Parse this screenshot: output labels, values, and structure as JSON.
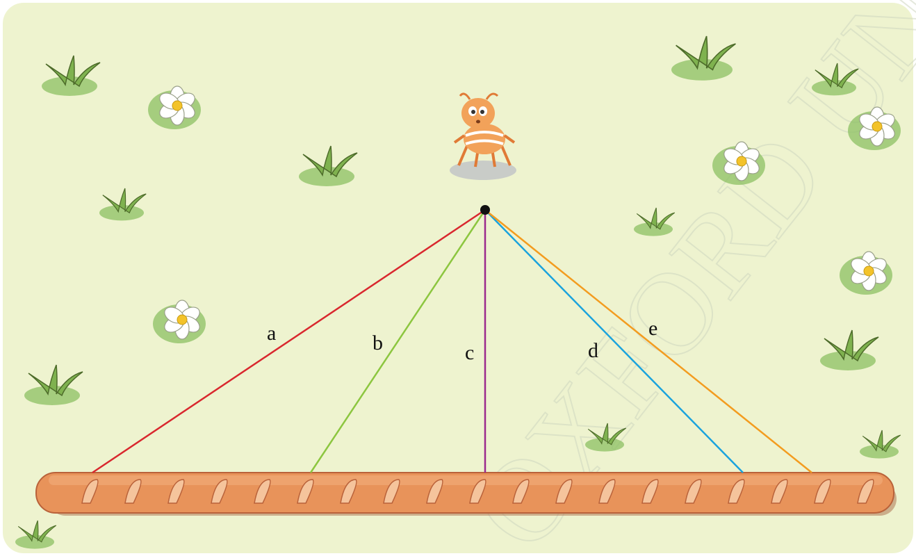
{
  "scene": {
    "background_color": "#eef3cf",
    "grass_color": "#8cc063",
    "flower_color": "#ffffff",
    "flower_center_color": "#f3c32a",
    "bread_color": "#e8935a",
    "bread_edge_color": "#b9623a"
  },
  "origin_point": {
    "name": "ant-position",
    "icon": "ant-icon"
  },
  "lines": [
    {
      "label": "a",
      "color": "#d9272e"
    },
    {
      "label": "b",
      "color": "#8cc63f"
    },
    {
      "label": "c",
      "color": "#9b2a8e"
    },
    {
      "label": "d",
      "color": "#1aa3dd"
    },
    {
      "label": "e",
      "color": "#f39c1f"
    }
  ],
  "target": {
    "name": "bread-loaf",
    "icon": "bread-icon"
  },
  "watermark": {
    "text": "OXFORD UNIVERSITY PRESS"
  }
}
